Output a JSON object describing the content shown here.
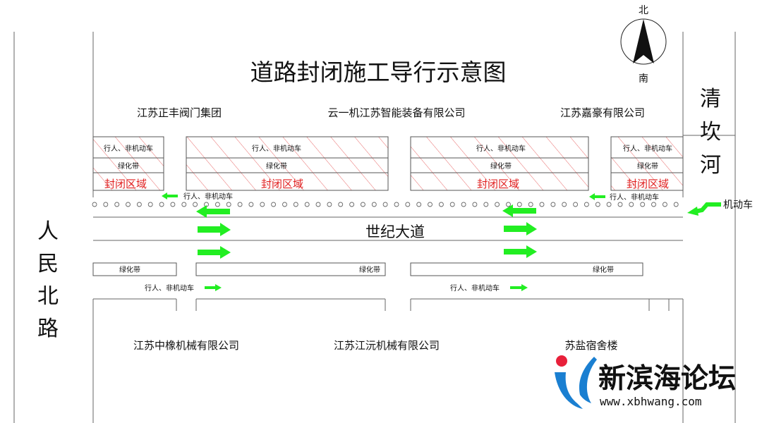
{
  "title": "道路封闭施工导行示意图",
  "compass": {
    "north": "北",
    "south": "南"
  },
  "roads": {
    "west": "人民北路",
    "east": "清坎河",
    "main": "世纪大道"
  },
  "companies_north": [
    "江苏正丰阀门集团",
    "云一机江苏智能装备有限公司",
    "江苏嘉豪有限公司"
  ],
  "companies_south": [
    "江苏中橡机械有限公司",
    "江苏江沅机械有限公司",
    "苏盐宿舍楼"
  ],
  "zone": {
    "lane1": "行人、非机动车",
    "lane2": "绿化带",
    "closed": "封闭区域"
  },
  "labels": {
    "ped": "行人、非机动车",
    "green": "绿化带",
    "motor": "机动车"
  },
  "watermark": {
    "name": "新滨海论坛",
    "url": "www.xbhwang.com"
  },
  "colors": {
    "arrow": "#22ee22",
    "closed": "#e02020",
    "hatch": "#e86a6a",
    "line": "#555555",
    "logo_blue": "#1a7fd1",
    "logo_red": "#e8203a"
  }
}
